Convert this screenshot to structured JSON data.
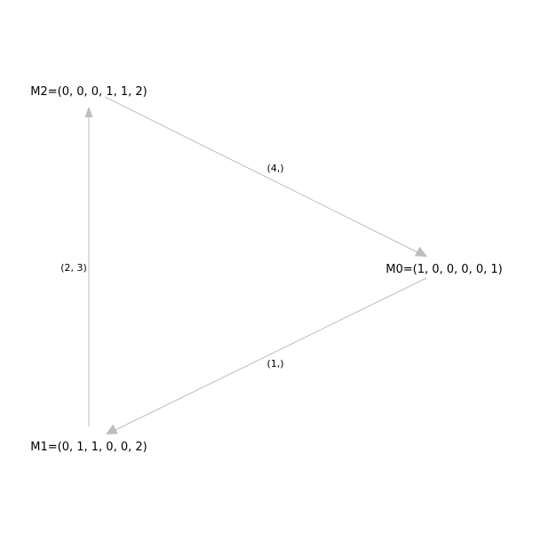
{
  "diagram": {
    "type": "directed-graph",
    "colors": {
      "edge": "#bdbdbd",
      "text": "#000000",
      "background": "#ffffff"
    },
    "nodes": [
      {
        "id": "M0",
        "label": "M0=(1, 0, 0, 0, 0, 1)"
      },
      {
        "id": "M1",
        "label": "M1=(0, 1, 1, 0, 0, 2)"
      },
      {
        "id": "M2",
        "label": "M2=(0, 0, 0, 1, 1, 2)"
      }
    ],
    "edges": [
      {
        "from": "M2",
        "to": "M0",
        "label": "(4,)"
      },
      {
        "from": "M0",
        "to": "M1",
        "label": "(1,)"
      },
      {
        "from": "M1",
        "to": "M2",
        "label": "(2, 3)"
      }
    ]
  }
}
